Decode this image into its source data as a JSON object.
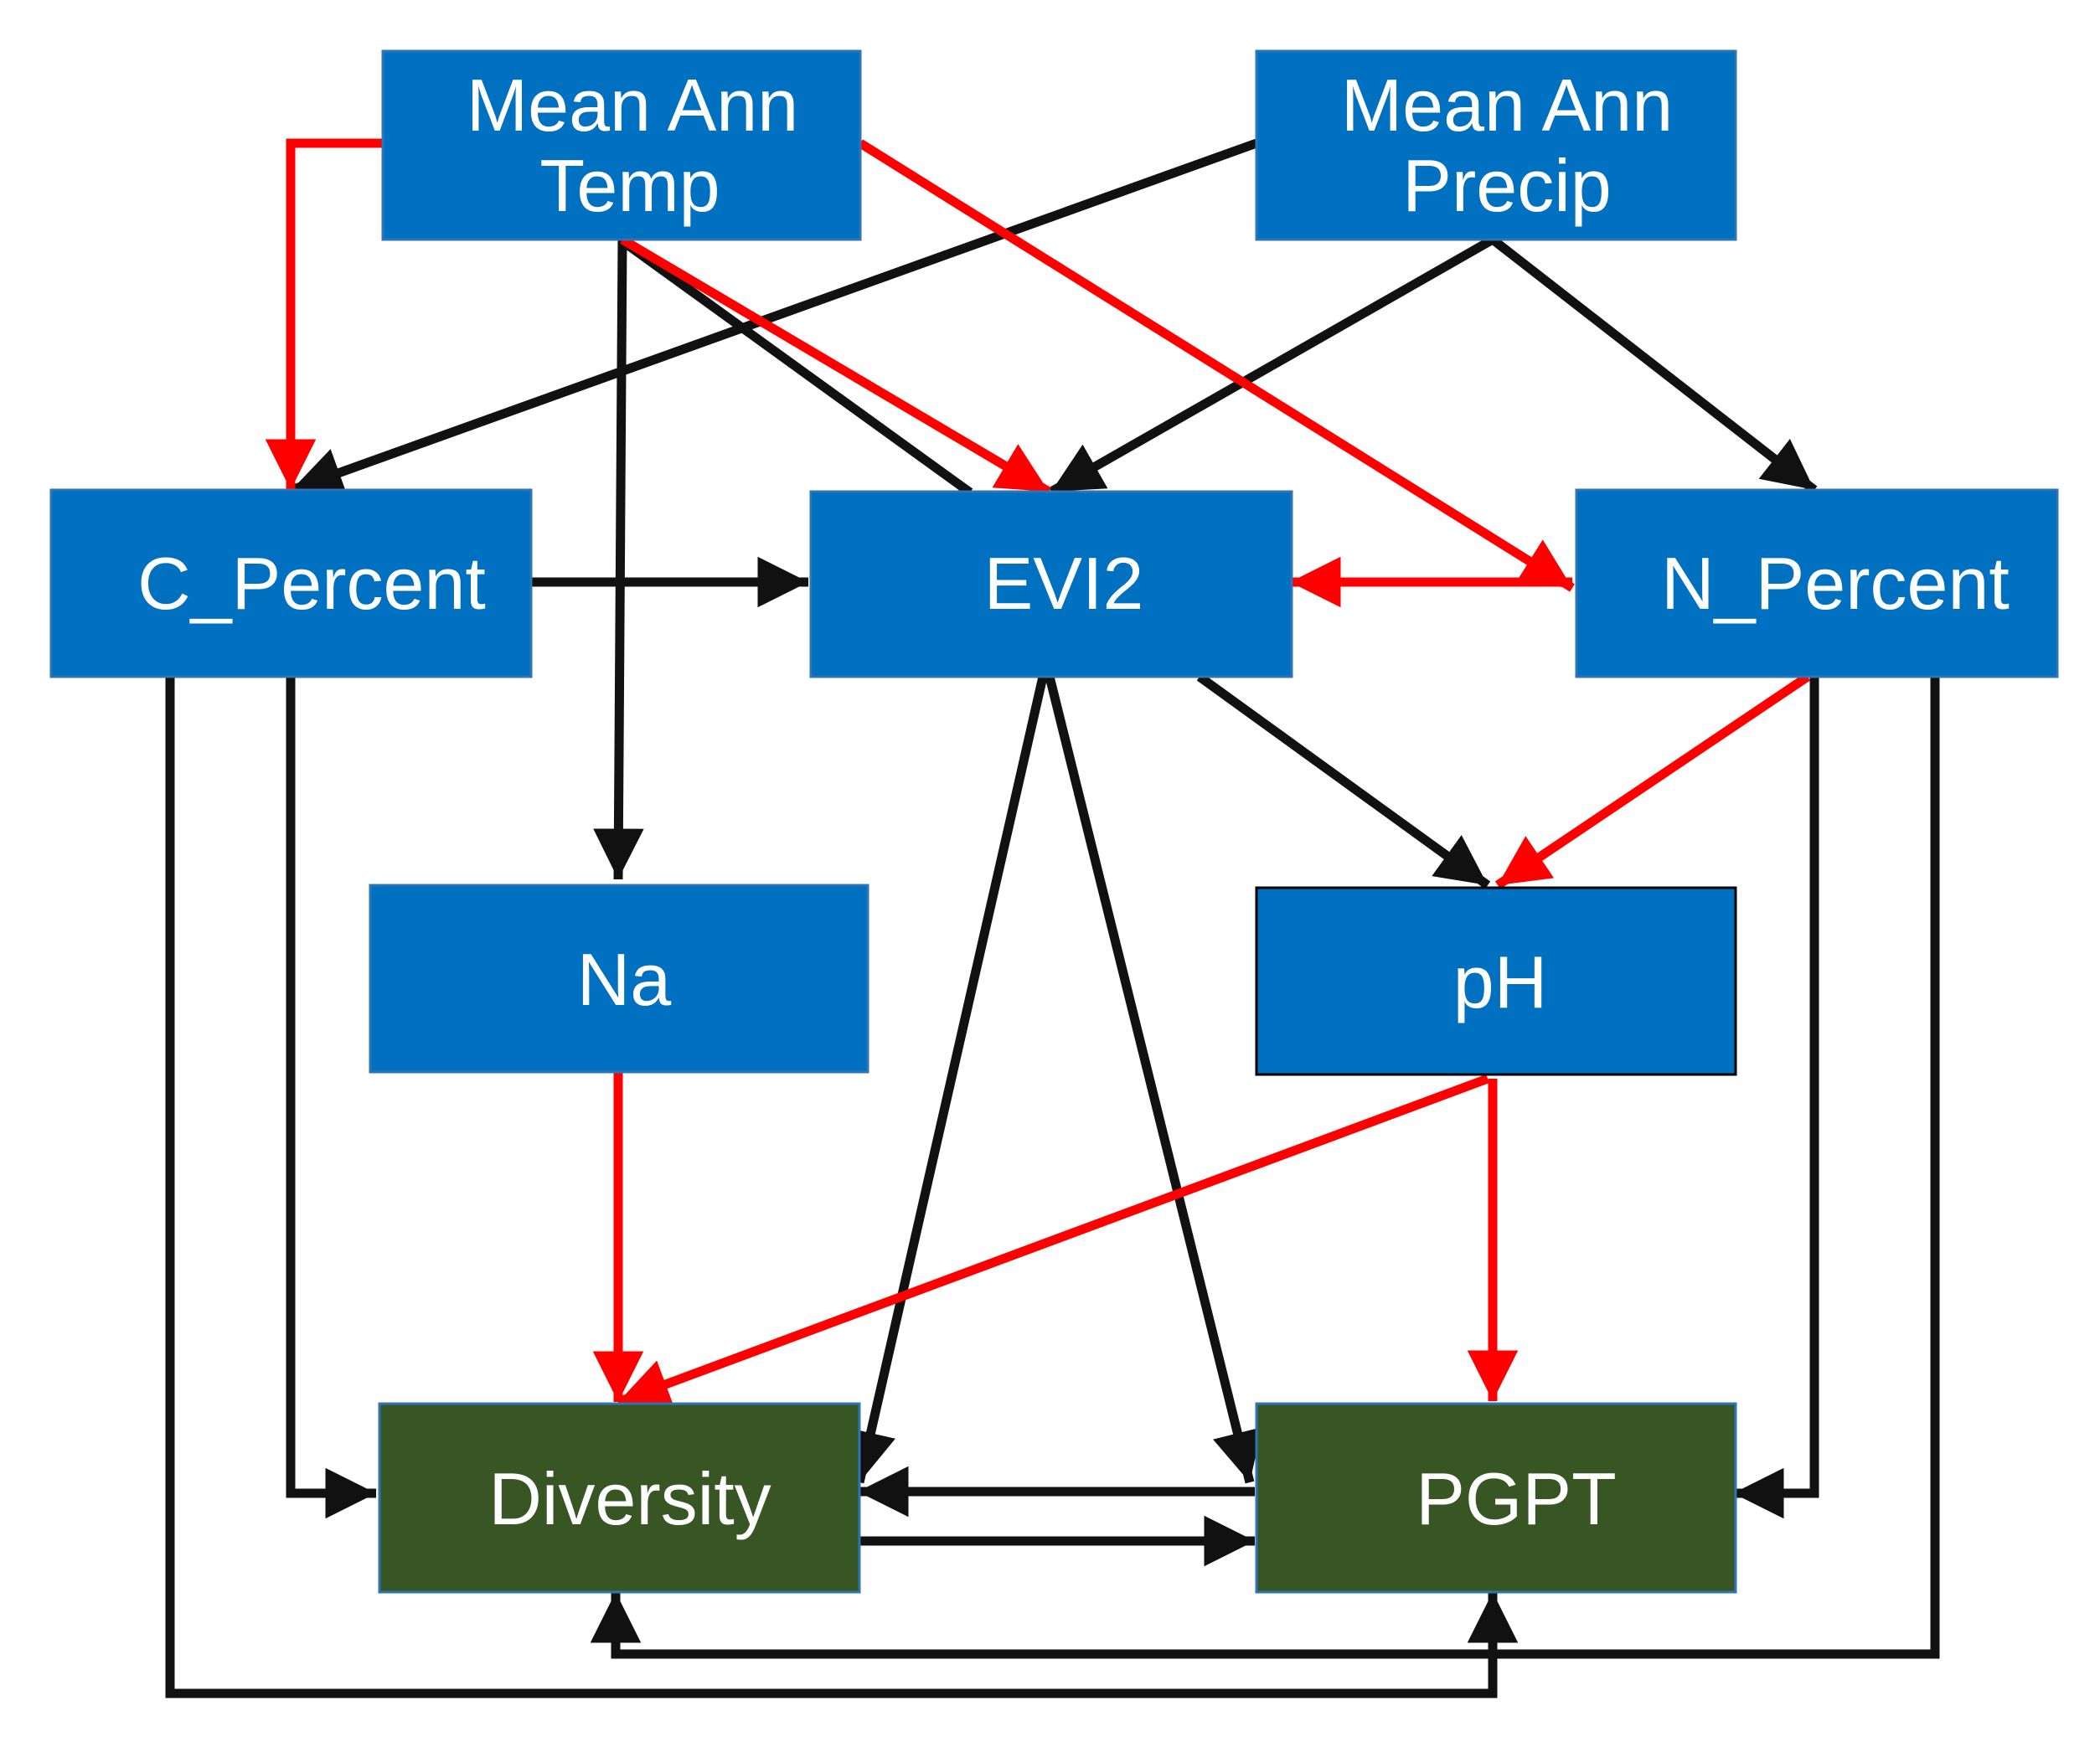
{
  "colors": {
    "blue_node": "#0070C0",
    "green_node": "#375623",
    "black_edge": "#111111",
    "red_edge": "#FF0000"
  },
  "nodes": {
    "mean_ann_temp": {
      "line1": "Mean Ann",
      "line2": "Temp"
    },
    "mean_ann_precip": {
      "line1": "Mean Ann",
      "line2": "Precip"
    },
    "c_percent": {
      "label": "C_Percent"
    },
    "evi2": {
      "label": "EVI2"
    },
    "n_percent": {
      "label": "N_Percent"
    },
    "na": {
      "label": "Na"
    },
    "ph": {
      "label": "pH"
    },
    "diversity": {
      "label": "Diversity"
    },
    "pgpt": {
      "label": "PGPT"
    }
  },
  "edges": [
    {
      "from": "Mean Ann Temp",
      "to": "C_Percent",
      "color": "red"
    },
    {
      "from": "Mean Ann Temp",
      "to": "EVI2",
      "color": "red"
    },
    {
      "from": "Mean Ann Temp",
      "to": "EVI2",
      "color": "black"
    },
    {
      "from": "Mean Ann Temp",
      "to": "N_Percent",
      "color": "red"
    },
    {
      "from": "Mean Ann Temp",
      "to": "Na",
      "color": "black"
    },
    {
      "from": "Mean Ann Precip",
      "to": "C_Percent",
      "color": "black"
    },
    {
      "from": "Mean Ann Precip",
      "to": "EVI2",
      "color": "black"
    },
    {
      "from": "Mean Ann Precip",
      "to": "N_Percent",
      "color": "black"
    },
    {
      "from": "C_Percent",
      "to": "EVI2",
      "color": "black"
    },
    {
      "from": "N_Percent",
      "to": "EVI2",
      "color": "red"
    },
    {
      "from": "EVI2",
      "to": "pH",
      "color": "black"
    },
    {
      "from": "N_Percent",
      "to": "pH",
      "color": "red"
    },
    {
      "from": "C_Percent",
      "to": "Diversity",
      "color": "black"
    },
    {
      "from": "C_Percent",
      "to": "PGPT",
      "color": "black"
    },
    {
      "from": "EVI2",
      "to": "Diversity",
      "color": "black"
    },
    {
      "from": "EVI2",
      "to": "PGPT",
      "color": "black"
    },
    {
      "from": "Na",
      "to": "Diversity",
      "color": "red"
    },
    {
      "from": "pH",
      "to": "Diversity",
      "color": "red"
    },
    {
      "from": "pH",
      "to": "PGPT",
      "color": "red"
    },
    {
      "from": "N_Percent",
      "to": "PGPT",
      "color": "black"
    },
    {
      "from": "N_Percent",
      "to": "Diversity",
      "color": "black"
    },
    {
      "from": "PGPT",
      "to": "Diversity",
      "color": "black"
    },
    {
      "from": "Diversity",
      "to": "PGPT",
      "color": "black"
    }
  ]
}
